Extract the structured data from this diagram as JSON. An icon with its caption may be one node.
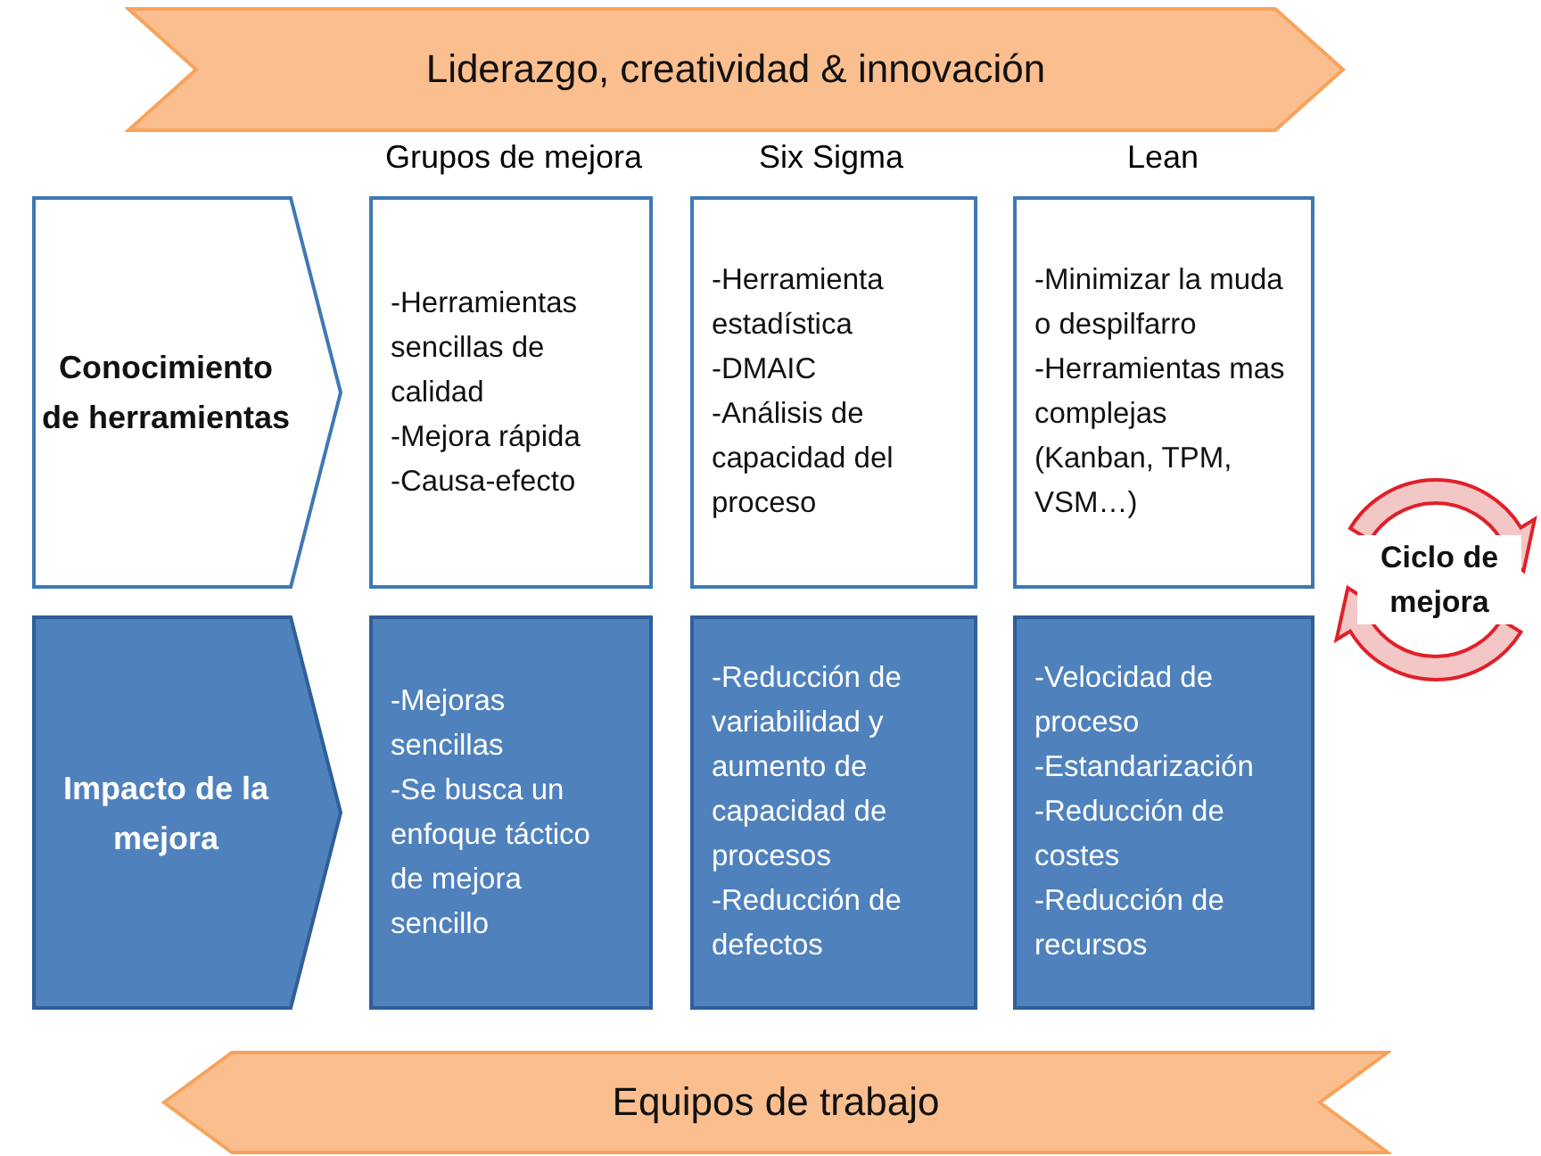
{
  "diagram": {
    "nodes": [
      {
        "text": [
          "Liderazgo, creatividad & innovación"
        ]
      },
      {
        "text": [
          "Conocimiento de herramientas"
        ]
      },
      {
        "text": [
          "-Herramientas sencillas de calidad",
          "-Mejora rápida",
          "-Causa-efecto"
        ]
      },
      {
        "text": [
          "-Herramienta estadística",
          "-DMAIC",
          "-Análisis de capacidad del proceso"
        ]
      },
      {
        "text": [
          "-Minimizar la muda o despilfarro",
          "-Herramientas mas complejas (Kanban, TPM, VSM…)"
        ]
      },
      {
        "text": [
          "Impacto de la mejora"
        ]
      },
      {
        "text": [
          "-Mejoras sencillas",
          "-Se busca un enfoque táctico de mejora sencillo"
        ]
      },
      {
        "text": [
          "-Reducción de variabilidad y aumento de capacidad de procesos",
          "-Reducción de defectos"
        ]
      },
      {
        "text": [
          "-Velocidad de proceso",
          "-Estandarización",
          "-Reducción de costes",
          "-Reducción de recursos"
        ]
      },
      {
        "text": [
          "Ciclo de mejora"
        ]
      },
      {
        "text": [
          "Equipos de trabajo"
        ]
      }
    ],
    "labels": [
      "Grupos de mejora",
      "Six Sigma",
      "Lean"
    ]
  }
}
